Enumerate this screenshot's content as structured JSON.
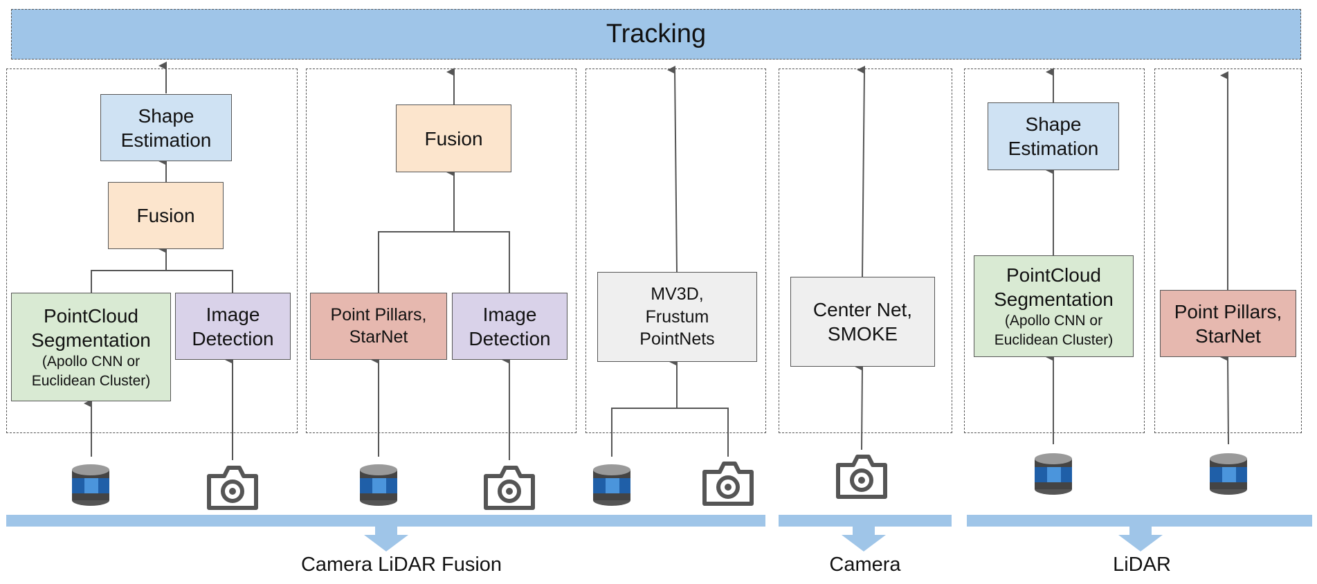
{
  "tracking": {
    "label": "Tracking"
  },
  "columns": {
    "col1": {
      "shape_estimation": "Shape Estimation",
      "fusion": "Fusion",
      "pointcloud_title": "PointCloud Segmentation",
      "pointcloud_sub": "(Apollo CNN or Euclidean Cluster)",
      "image_detection": "Image Detection"
    },
    "col2": {
      "fusion": "Fusion",
      "point_pillars": "Point Pillars, StarNet",
      "image_detection": "Image Detection"
    },
    "col3": {
      "mv3d": "MV3D, Frustum PointNets"
    },
    "col4": {
      "center_net": "Center Net, SMOKE"
    },
    "col5": {
      "shape_estimation": "Shape Estimation",
      "pointcloud_title": "PointCloud Segmentation",
      "pointcloud_sub": "(Apollo CNN or Euclidean Cluster)"
    },
    "col6": {
      "point_pillars": "Point Pillars, StarNet"
    }
  },
  "groups": {
    "camera_lidar_fusion": "Camera LiDAR Fusion",
    "camera": "Camera",
    "lidar": "LiDAR"
  },
  "colors": {
    "tracking": "#9fc5e8",
    "shape_estimation": "#cfe2f3",
    "fusion": "#fce5cd",
    "pointcloud_segmentation": "#d9ead3",
    "image_detection": "#d9d2e9",
    "point_pillars": "#e6b8af",
    "neutral_model": "#efefef",
    "group_bar": "#9fc5e8"
  },
  "icons": {
    "lidar": "lidar-sensor-icon",
    "camera": "camera-icon"
  }
}
